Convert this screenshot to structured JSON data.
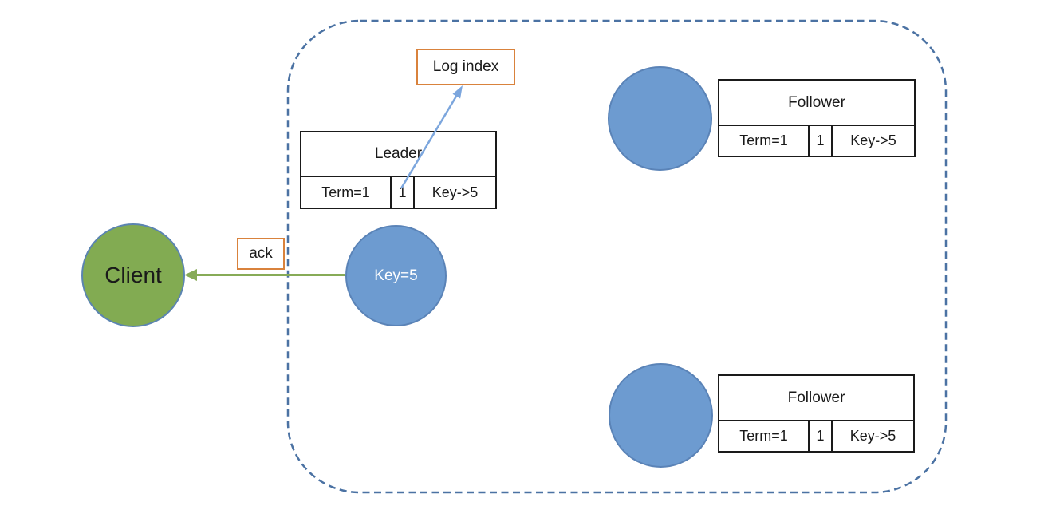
{
  "colors": {
    "client_fill": "#82AB52",
    "client_border": "#5B84B1",
    "node_fill": "#6D9BD0",
    "node_border": "#5A83B7",
    "annotation_border": "#D9823C",
    "cluster_border": "#4B72A3",
    "ack_arrow": "#87AB57",
    "log_index_arrow": "#7CA6DD",
    "table_border": "#1A1A1A"
  },
  "client": {
    "label": "Client"
  },
  "cluster": {
    "ack_label": "ack",
    "log_index_label": "Log index",
    "leader": {
      "title": "Leader",
      "cells": [
        "Term=1",
        "1",
        "Key->5"
      ],
      "node_label": "Key=5"
    },
    "followers": [
      {
        "title": "Follower",
        "cells": [
          "Term=1",
          "1",
          "Key->5"
        ]
      },
      {
        "title": "Follower",
        "cells": [
          "Term=1",
          "1",
          "Key->5"
        ]
      }
    ]
  }
}
